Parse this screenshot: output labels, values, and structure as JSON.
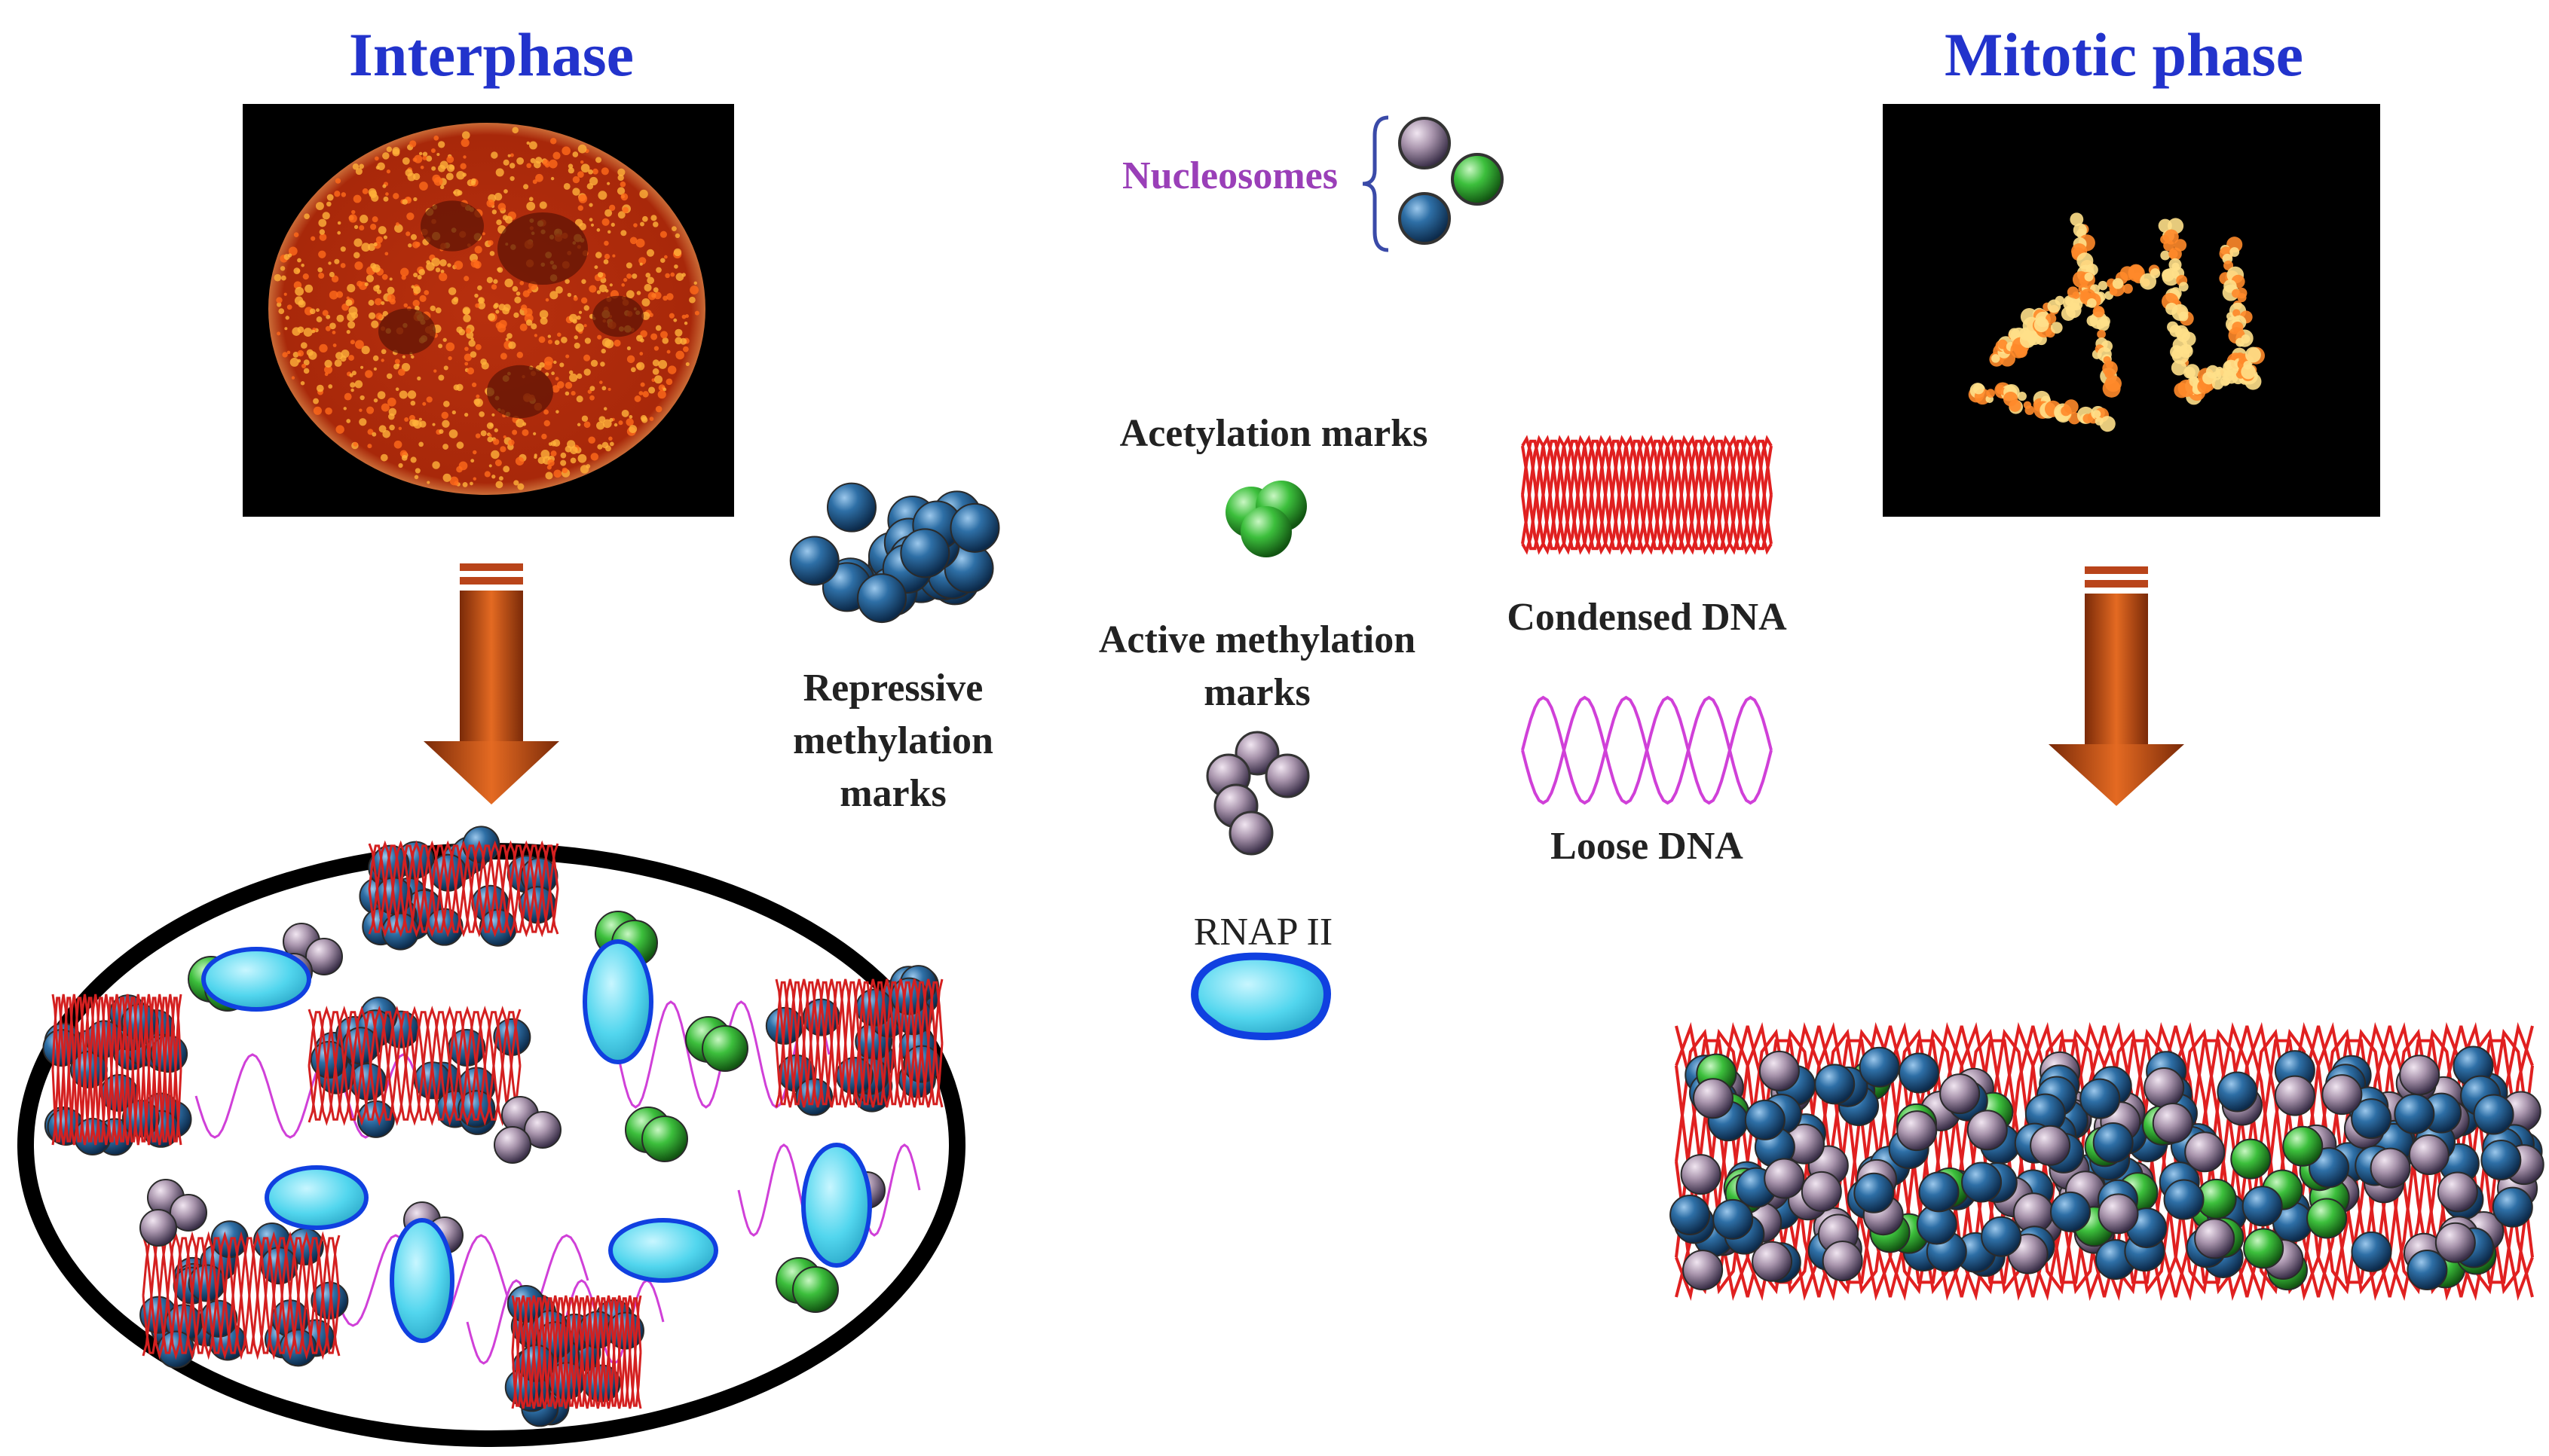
{
  "titles": {
    "interphase": "Interphase",
    "mitotic": "Mitotic phase"
  },
  "legend": {
    "nucleosomes": "Nucleosomes",
    "acetylation": "Acetylation marks",
    "active_line1": "Active methylation",
    "active_line2": "marks",
    "repressive_line1": "Repressive",
    "repressive_line2": "methylation",
    "repressive_line3": "marks",
    "rnap": "RNAP II",
    "condensed": "Condensed DNA",
    "loose": "Loose DNA"
  },
  "colors": {
    "title_blue": "#2233cc",
    "nucleosome_purple": "#9a3fb8",
    "repressive_blue": "#1f5f95",
    "active_mauve": "#b09ab0",
    "acetyl_green": "#3cbf3c",
    "rnap_cyan": "#52d6ee",
    "rnap_outline": "#1040e0",
    "condensed_red": "#e02020",
    "loose_magenta": "#d040d8",
    "arrow_orange": "#c5541a",
    "micro_background": "#000000"
  },
  "images": {
    "interphase_micrograph": "fluorescent-interphase-nucleus",
    "mitotic_micrograph": "fluorescent-mitotic-chromosomes"
  }
}
